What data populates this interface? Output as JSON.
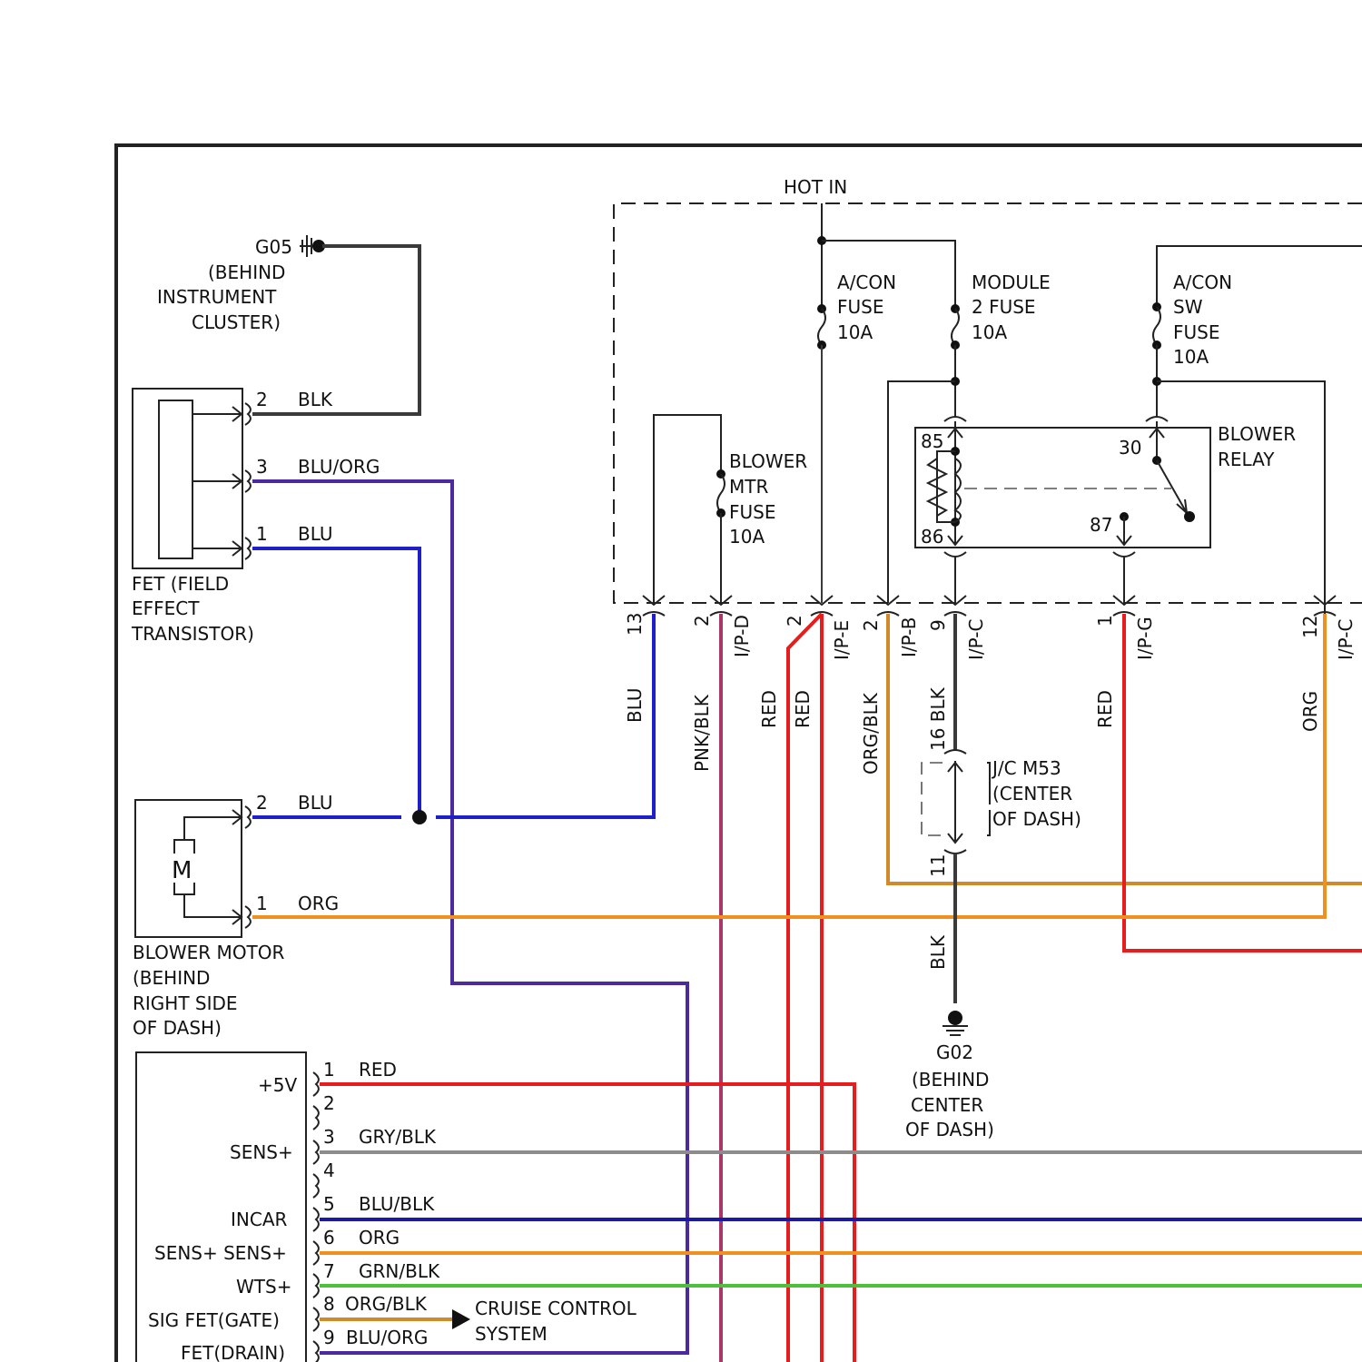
{
  "hot_in": "HOT IN",
  "ground_g05": {
    "id": "G05",
    "loc": [
      "(BEHIND",
      "INSTRUMENT",
      "CLUSTER)"
    ]
  },
  "fet": {
    "title": [
      "FET (FIELD",
      "EFFECT",
      "TRANSISTOR)"
    ],
    "pins": [
      {
        "pin": "2",
        "color": "BLK"
      },
      {
        "pin": "3",
        "color": "BLU/ORG"
      },
      {
        "pin": "1",
        "color": "BLU"
      }
    ]
  },
  "fuses": {
    "acon": [
      "A/CON",
      "FUSE",
      "10A"
    ],
    "module2": [
      "MODULE",
      "2 FUSE",
      "10A"
    ],
    "acon_sw": [
      "A/CON",
      "SW",
      "FUSE",
      "10A"
    ],
    "blower_mtr": [
      "BLOWER",
      "MTR",
      "FUSE",
      "10A"
    ]
  },
  "relay": {
    "title": [
      "BLOWER",
      "RELAY"
    ],
    "pins": [
      "85",
      "86",
      "30",
      "87"
    ]
  },
  "connectors": [
    {
      "pin": "13",
      "conn": "",
      "wire": "BLU"
    },
    {
      "pin": "2",
      "conn": "I/P-D",
      "wire": "PNK/BLK"
    },
    {
      "pin": "2",
      "conn": "I/P-E",
      "wire": "RED",
      "wire2": "RED"
    },
    {
      "pin": "2",
      "conn": "I/P-B",
      "wire": "ORG/BLK"
    },
    {
      "pin": "9",
      "conn": "I/P-C",
      "wire": "16 BLK"
    },
    {
      "pin": "1",
      "conn": "I/P-G",
      "wire": "RED"
    },
    {
      "pin": "12",
      "conn": "I/P-C",
      "wire": "ORG"
    }
  ],
  "jc": {
    "title": [
      "J/C M53",
      "(CENTER",
      "OF DASH)"
    ],
    "pin_bottom": "11",
    "wire_bottom": "BLK"
  },
  "ground_g02": {
    "id": "G02",
    "loc": [
      "(BEHIND",
      "CENTER",
      "OF DASH)"
    ]
  },
  "blower_motor": {
    "symbol": "M",
    "title": [
      "BLOWER MOTOR",
      "(BEHIND",
      "RIGHT SIDE",
      "OF DASH)"
    ],
    "pins": [
      {
        "pin": "2",
        "color": "BLU"
      },
      {
        "pin": "1",
        "color": "ORG"
      }
    ]
  },
  "module": {
    "rows": [
      {
        "label": "+5V",
        "pin": "1",
        "color": "RED"
      },
      {
        "label": "",
        "pin": "2",
        "color": ""
      },
      {
        "label": "SENS+",
        "pin": "3",
        "color": "GRY/BLK"
      },
      {
        "label": "",
        "pin": "4",
        "color": ""
      },
      {
        "label": "INCAR",
        "pin": "5",
        "color": "BLU/BLK"
      },
      {
        "label": "SENS+ SENS+",
        "pin": "6",
        "color": "ORG"
      },
      {
        "label": "WTS+",
        "pin": "7",
        "color": "GRN/BLK"
      },
      {
        "label": "SIG FET(GATE)",
        "pin": "8",
        "color": "ORG/BLK"
      },
      {
        "label": "FET(DRAIN)",
        "pin": "9",
        "color": "BLU/ORG"
      }
    ]
  },
  "cruise": [
    "CRUISE CONTROL",
    "SYSTEM"
  ],
  "wire_colors": {
    "blk": "#3a3a3a",
    "blu": "#1f1fc8",
    "blu_org": "#4a2a9e",
    "org": "#f0901e",
    "red": "#e81c1c",
    "pnk_blk": "#a8386a",
    "gry_blk": "#8c8c8c",
    "grn_blk": "#4cc03a",
    "blu_blk": "#1a1aa8",
    "org_blk": "#d08a2a"
  }
}
